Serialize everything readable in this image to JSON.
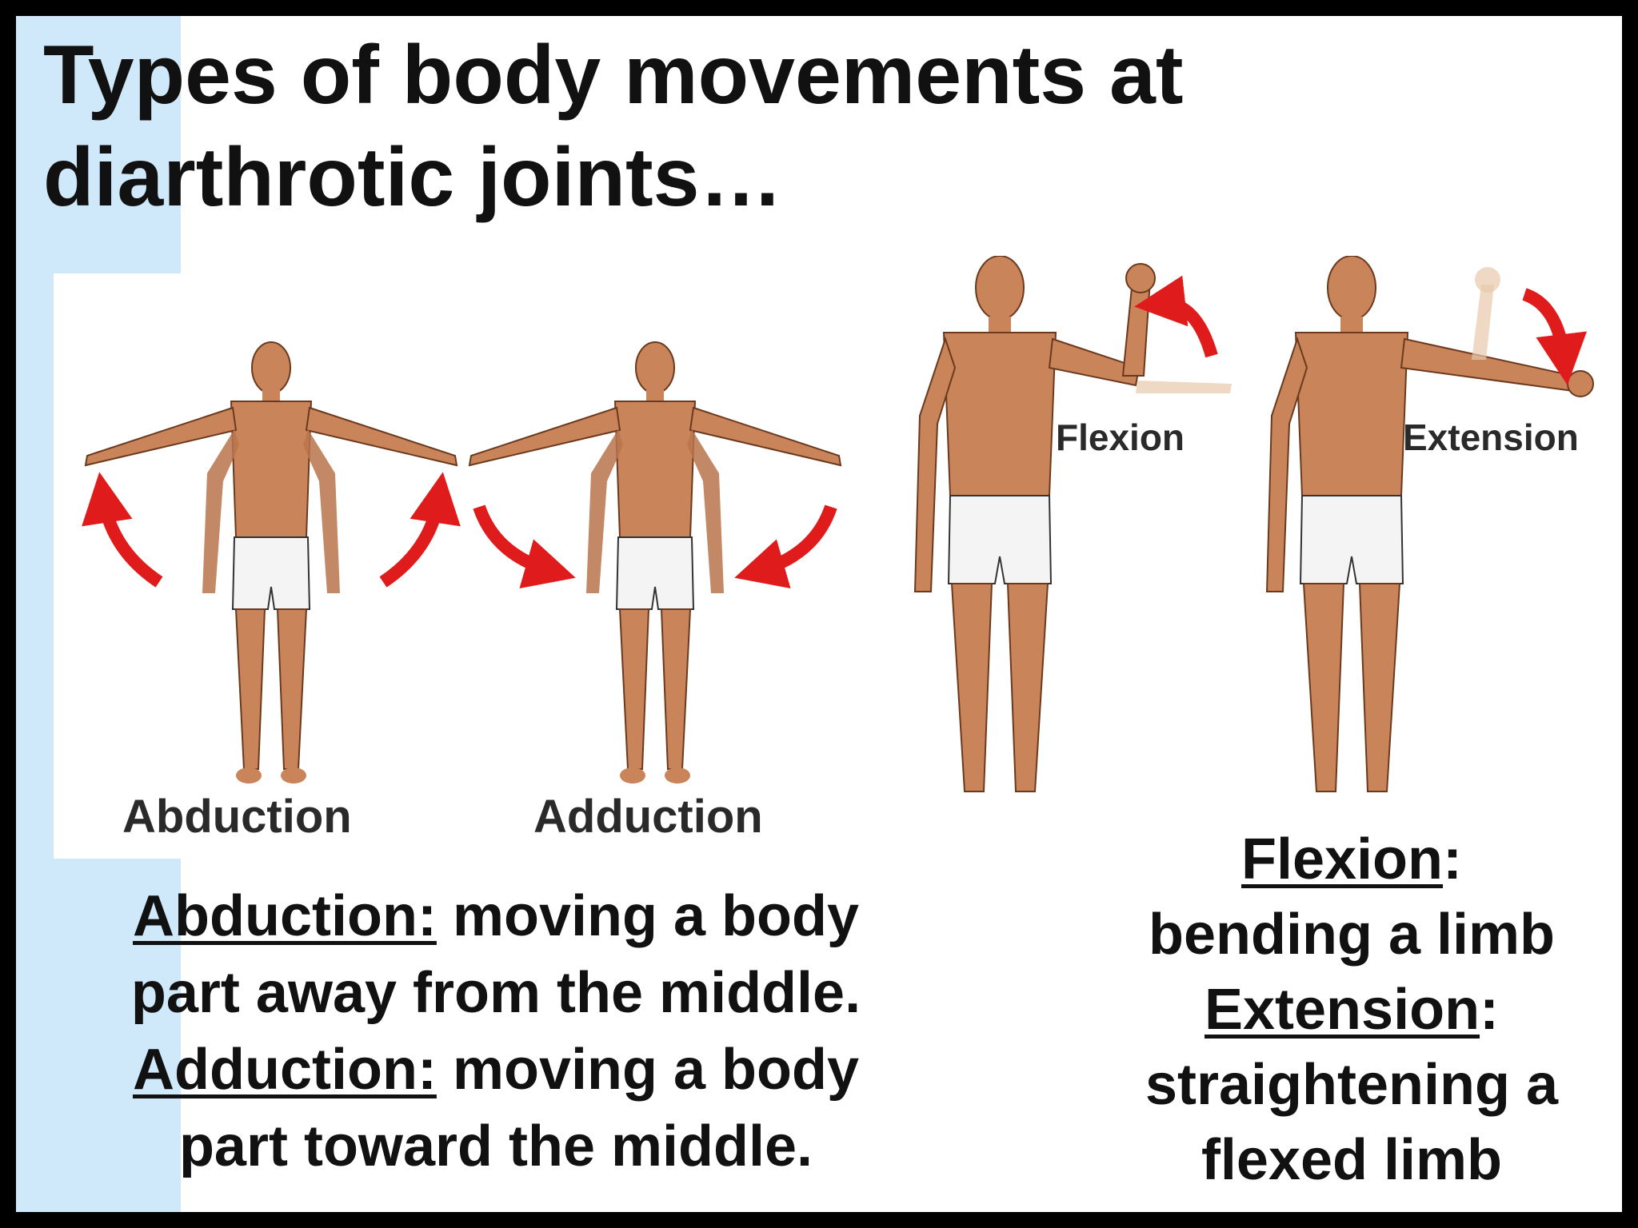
{
  "slide": {
    "title": "Types of body movements at diarthrotic joints…",
    "figure_labels": {
      "abduction": "Abduction",
      "adduction": "Adduction",
      "flexion": "Flexion",
      "extension": "Extension"
    },
    "definitions_left": {
      "abduction_term": "Abduction:",
      "abduction_text": "moving a body part away from the middle.",
      "adduction_term": "Adduction:",
      "adduction_text": "moving a body part toward the middle."
    },
    "definitions_right": {
      "flexion_term": "Flexion",
      "flexion_text": "bending a limb",
      "extension_term": "Extension",
      "extension_text": "straightening a flexed limb",
      "colon": ":"
    },
    "colors": {
      "background": "#ffffff",
      "border": "#000000",
      "accent_bar": "#cfe9fb",
      "skin": "#c98459",
      "arrow": "#e01b1b",
      "shorts": "#f4f4f4"
    }
  }
}
